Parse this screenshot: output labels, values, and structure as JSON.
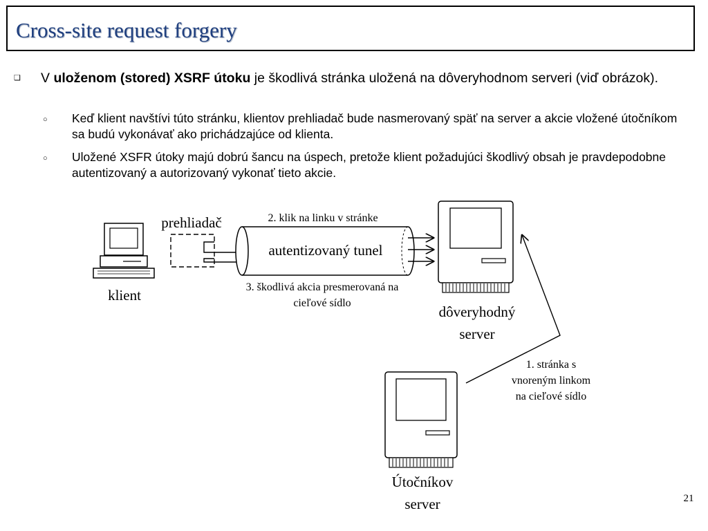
{
  "slide": {
    "title": "Cross-site request forgery",
    "page_number": "21"
  },
  "bullets": {
    "main": {
      "prefix": "V ",
      "bold": "uloženom (stored) XSRF útoku",
      "suffix": " je škodlivá stránka uložená na dôveryhodnom serveri (viď  obrázok)."
    },
    "sub": [
      "Keď klient navštívi túto stránku, klientov prehliadač bude nasmerovaný späť na server a akcie vložené útočníkom sa budú vykonávať ako prichádzajúce od klienta.",
      "Uložené XSFR útoky majú dobrú šancu na úspech, pretože klient požadujúci škodlivý obsah je pravdepodobne autentizovaný a autorizovaný vykonať tieto akcie."
    ]
  },
  "diagram": {
    "browser_label": "prehliadač",
    "client_label": "klient",
    "tunnel_label": "autentizovaný tunel",
    "step2_label": "2. klik na linku v stránke",
    "step3_line1": "3. škodlivá akcia presmerovaná na",
    "step3_line2": "cieľové sídlo",
    "trusted_line1": "dôveryhodný",
    "trusted_line2": "server",
    "attacker_line1": "Útočníkov",
    "attacker_line2": "server",
    "step1_line1": "1. stránka s",
    "step1_line2": "vnoreným linkom",
    "step1_line3": "na cieľové sídlo"
  },
  "colors": {
    "title": "#1f3f7f"
  }
}
